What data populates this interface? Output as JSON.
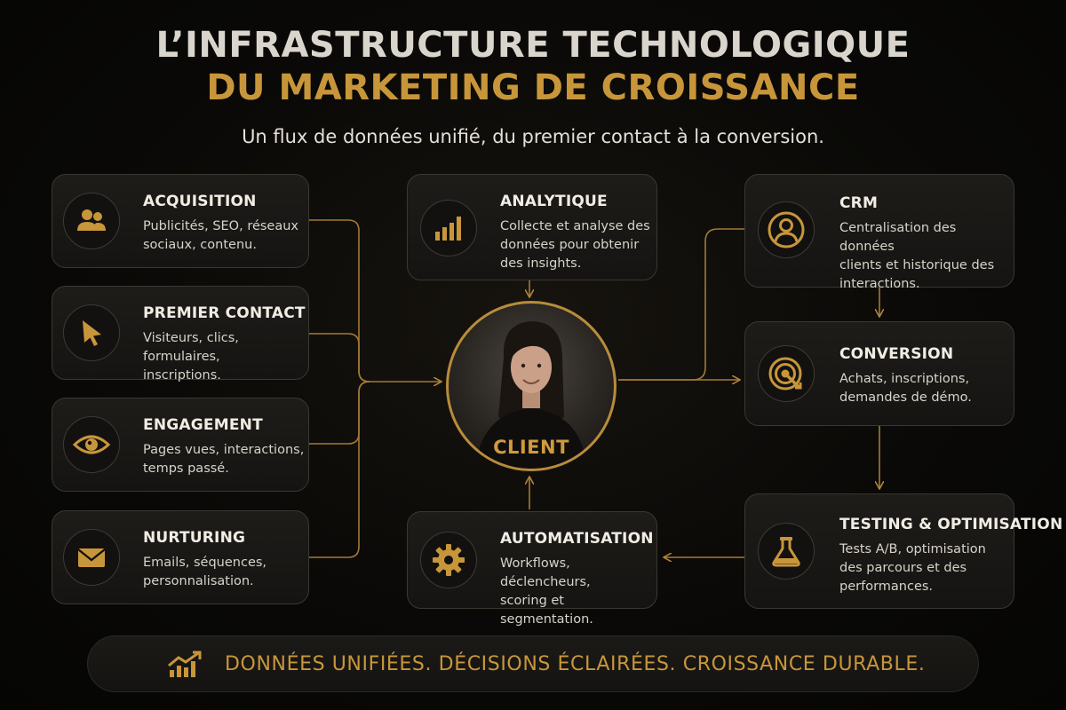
{
  "title": {
    "line1": "L’INFRASTRUCTURE TECHNOLOGIQUE",
    "line2": "DU MARKETING DE CROISSANCE"
  },
  "subtitle": "Un flux de données unifié, du premier contact à la conversion.",
  "colors": {
    "accent": "#c8963a",
    "card_bg": "#1a1816",
    "card_border": "#3b3731",
    "background": "#0a0907",
    "text": "#e8e2d6"
  },
  "left_column": [
    {
      "icon": "users-icon",
      "title": "ACQUISITION",
      "desc_lines": [
        "Publicités, SEO, réseaux",
        "sociaux, contenu."
      ]
    },
    {
      "icon": "cursor-icon",
      "title": "PREMIER CONTACT",
      "desc_lines": [
        "Visiteurs, clics, formulaires,",
        "inscriptions."
      ]
    },
    {
      "icon": "eye-icon",
      "title": "ENGAGEMENT",
      "desc_lines": [
        "Pages vues, interactions,",
        "temps passé."
      ]
    },
    {
      "icon": "mail-icon",
      "title": "NURTURING",
      "desc_lines": [
        "Emails, séquences,",
        "personnalisation."
      ]
    }
  ],
  "center": {
    "top": {
      "icon": "bar-chart-icon",
      "title": "ANALYTIQUE",
      "desc_lines": [
        "Collecte et analyse des",
        "données pour obtenir",
        "des insights."
      ]
    },
    "client_label": "CLIENT",
    "bottom": {
      "icon": "gear-icon",
      "title": "AUTOMATISATION",
      "desc_lines": [
        "Workflows, déclencheurs,",
        "scoring et segmentation."
      ]
    }
  },
  "right_column": [
    {
      "icon": "user-circle-icon",
      "title": "CRM",
      "desc_lines": [
        "Centralisation des données",
        "clients et historique des",
        "interactions."
      ]
    },
    {
      "icon": "target-icon",
      "title": "CONVERSION",
      "desc_lines": [
        "Achats, inscriptions,",
        "demandes de démo."
      ]
    },
    {
      "icon": "flask-icon",
      "title": "TESTING & OPTIMISATION",
      "desc_lines": [
        "Tests A/B, optimisation",
        "des parcours et des",
        "performances."
      ]
    }
  ],
  "banner": {
    "icon": "growth-chart-icon",
    "text": "DONNÉES UNIFIÉES. DÉCISIONS ÉCLAIRÉES. CROISSANCE DURABLE."
  }
}
